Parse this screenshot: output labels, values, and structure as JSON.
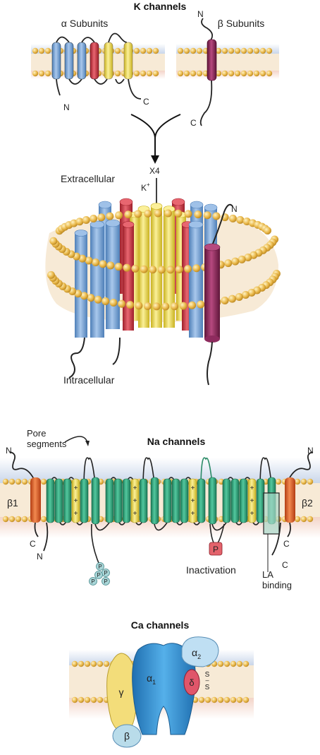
{
  "k_channels": {
    "title": "K channels",
    "alpha_label": "α Subunits",
    "beta_label": "β Subunits",
    "n_label": "N",
    "c_label": "C",
    "x4_label": "X4",
    "k_ion": "K",
    "k_charge": "+",
    "extracellular": "Extracellular",
    "intracellular": "Intracellular"
  },
  "na_channels": {
    "title": "Na channels",
    "pore_segments_line1": "Pore",
    "pore_segments_line2": "segments",
    "beta1": "β1",
    "beta2": "β2",
    "n_label": "N",
    "c_label": "C",
    "plus": "+",
    "phospho": "P",
    "inactivation": "Inactivation",
    "inactivation_p": "P",
    "la_line1": "LA",
    "la_line2": "binding"
  },
  "ca_channels": {
    "title": "Ca channels",
    "alpha1": "α",
    "alpha1_sub": "1",
    "alpha2": "α",
    "alpha2_sub": "2",
    "gamma": "γ",
    "delta": "δ",
    "beta": "β",
    "disulfide": "S",
    "disulfide_dash": "–"
  },
  "colors": {
    "alpha_blue": "#7aa6d6",
    "pore_red": "#d4404a",
    "voltage_yellow": "#f1e05a",
    "beta_purple": "#8e2b5e",
    "na_green": "#2fa37c",
    "na_orange": "#e2612a",
    "lipid_head": "#e9b84a",
    "ca_blue": "#2f8fd0",
    "ca_yellow": "#f3dd7a",
    "ca_delta": "#e0566a",
    "ca_beta": "#b9dcea"
  }
}
